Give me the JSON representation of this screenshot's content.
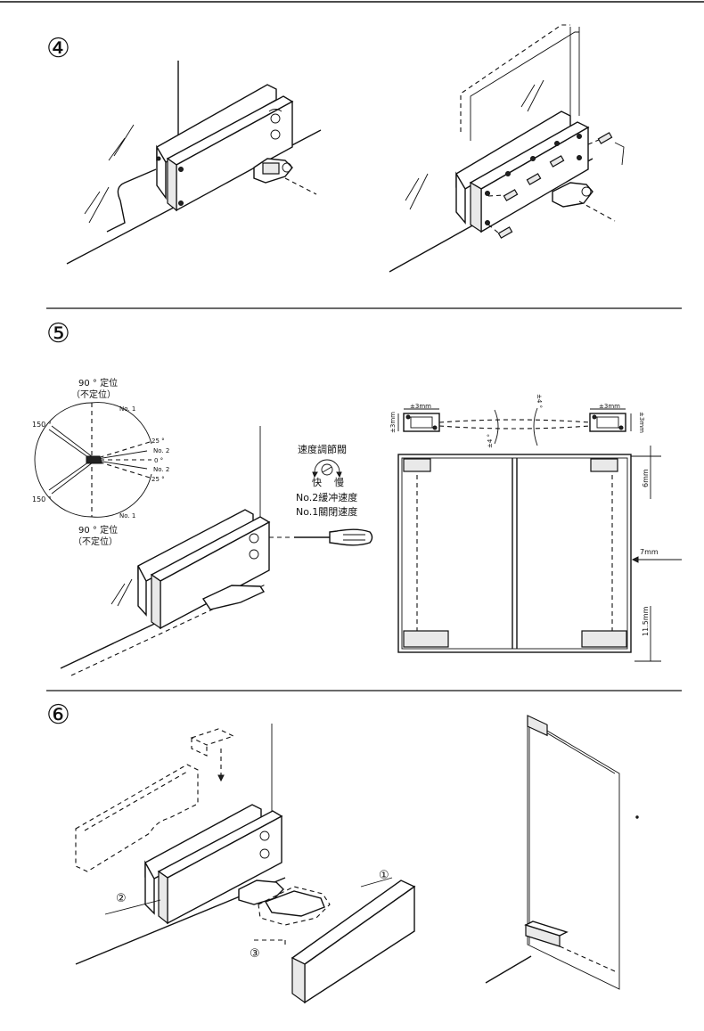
{
  "steps": {
    "step4": "④",
    "step5": "⑤",
    "step6": "⑥"
  },
  "speed_diagram": {
    "top_label_line1": "90 ° 定位",
    "top_label_line2": "（不定位）",
    "bottom_label_line1": "90 ° 定位",
    "bottom_label_line2": "（不定位）",
    "angle_150_top": "150 °",
    "angle_150_bottom": "150 °",
    "no1_top": "No. 1",
    "no1_bottom": "No. 1",
    "angle_25_top": "25 °",
    "no2_top": "No. 2",
    "angle_0": "0 °",
    "no2_bottom": "No. 2",
    "angle_25_bottom": "25 °"
  },
  "speed_adjust": {
    "title": "速度調節閥",
    "fast": "快",
    "slow": "慢",
    "no2_desc": "No.2緩冲速度",
    "no1_desc": "No.1關閉速度"
  },
  "dimensions": {
    "pm3_left_h": "±3mm",
    "pm3_left_v": "±3mm",
    "pm3_right_h": "±3mm",
    "pm3_right_v": "±3mm",
    "pm4_left": "±4 °",
    "pm4_right": "±4 °",
    "gap_top": "6mm",
    "gap_side": "7mm",
    "gap_bottom": "11.5mm"
  },
  "callouts": {
    "c1": "①",
    "c2": "②",
    "c3": "③"
  }
}
